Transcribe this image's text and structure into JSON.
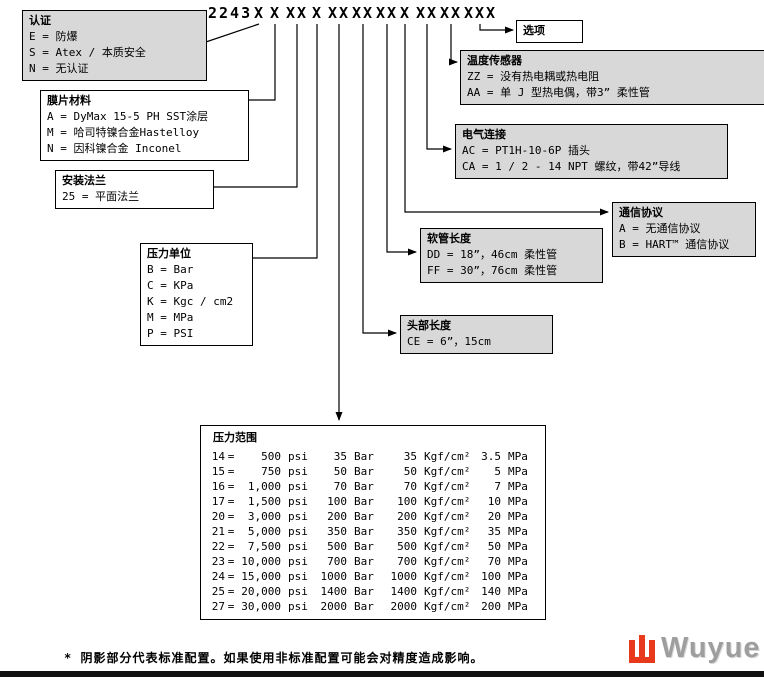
{
  "model": {
    "segments": [
      "2243",
      "X",
      "X",
      "XX",
      "X",
      "XX",
      "XX",
      "XX",
      "X",
      "XX",
      "XX",
      "XXX"
    ]
  },
  "boxes": {
    "certification": {
      "title": "认证",
      "rows": [
        "E = 防爆",
        "S = Atex / 本质安全",
        "N = 无认证"
      ]
    },
    "diaphragm_material": {
      "title": "膜片材料",
      "rows": [
        "A = DyMax 15-5 PH SST涂层",
        "M = 哈司特镍合金Hastelloy",
        "N = 因科镍合金 Inconel"
      ]
    },
    "mounting_flange": {
      "title": "安装法兰",
      "rows": [
        "25 = 平面法兰"
      ]
    },
    "pressure_unit": {
      "title": "压力单位",
      "rows": [
        "B = Bar",
        "C = KPa",
        "K = Kgc / cm2",
        "M = MPa",
        "P = PSI"
      ]
    },
    "options": {
      "title": "选项"
    },
    "temperature_sensor": {
      "title": "温度传感器",
      "rows": [
        "ZZ = 没有热电耦或热电阻",
        "AA = 单 J 型热电偶，带3” 柔性管"
      ]
    },
    "electrical_connection": {
      "title": "电气连接",
      "rows": [
        "AC = PT1H-10-6P 插头",
        "CA = 1 / 2 - 14 NPT 螺纹，带42”导线"
      ]
    },
    "communication_protocol": {
      "title": "通信协议",
      "rows": [
        "A = 无通信协议",
        "B = HART™ 通信协议"
      ]
    },
    "hose_length": {
      "title": "软管长度",
      "rows": [
        "DD = 18”，46cm 柔性管",
        "FF = 30”，76cm 柔性管"
      ]
    },
    "head_length": {
      "title": "头部长度",
      "rows": [
        "CE = 6”，15cm"
      ]
    }
  },
  "pressure_table": {
    "title": "压力范围",
    "eq": "=",
    "units": {
      "psi": "psi",
      "bar": "Bar",
      "kgf": "Kgf/cm²",
      "mpa": "MPa"
    },
    "rows": [
      {
        "code": "14",
        "psi": "500",
        "bar": "35",
        "kgf": "35",
        "mpa": "3.5"
      },
      {
        "code": "15",
        "psi": "750",
        "bar": "50",
        "kgf": "50",
        "mpa": "5"
      },
      {
        "code": "16",
        "psi": "1,000",
        "bar": "70",
        "kgf": "70",
        "mpa": "7"
      },
      {
        "code": "17",
        "psi": "1,500",
        "bar": "100",
        "kgf": "100",
        "mpa": "10"
      },
      {
        "code": "20",
        "psi": "3,000",
        "bar": "200",
        "kgf": "200",
        "mpa": "20"
      },
      {
        "code": "21",
        "psi": "5,000",
        "bar": "350",
        "kgf": "350",
        "mpa": "35"
      },
      {
        "code": "22",
        "psi": "7,500",
        "bar": "500",
        "kgf": "500",
        "mpa": "50"
      },
      {
        "code": "23",
        "psi": "10,000",
        "bar": "700",
        "kgf": "700",
        "mpa": "70"
      },
      {
        "code": "24",
        "psi": "15,000",
        "bar": "1000",
        "kgf": "1000",
        "mpa": "100"
      },
      {
        "code": "25",
        "psi": "20,000",
        "bar": "1400",
        "kgf": "1400",
        "mpa": "140"
      },
      {
        "code": "27",
        "psi": "30,000",
        "bar": "2000",
        "kgf": "2000",
        "mpa": "200"
      }
    ]
  },
  "footnote": "* 阴影部分代表标准配置。如果使用非标准配置可能会对精度造成影响。",
  "logo": {
    "text": "Wuyue"
  },
  "colors": {
    "shade": "#d8d8d8",
    "line": "#000000",
    "logo_red": "#e8391d",
    "logo_gray": "#9e9e9e"
  }
}
